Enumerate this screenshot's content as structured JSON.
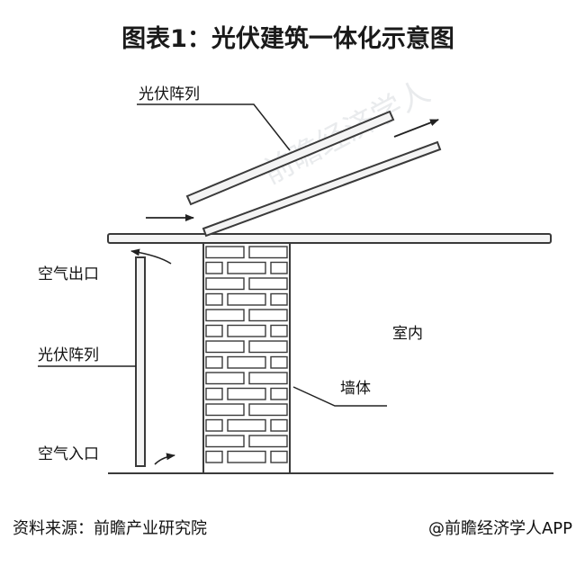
{
  "title": "图表1：光伏建筑一体化示意图",
  "labels": {
    "pv_array_top": "光伏阵列",
    "air_outlet": "空气出口",
    "pv_array_side": "光伏阵列",
    "air_inlet": "空气入口",
    "indoor": "室内",
    "wall": "墙体"
  },
  "watermark": "前瞻经济学人",
  "footer": {
    "source": "资料来源：前瞻产业研究院",
    "credit": "@前瞻经济学人APP"
  },
  "colors": {
    "line": "#3a3a3a",
    "panel_fill": "#f4f4f4",
    "title": "#1a1a1a"
  }
}
